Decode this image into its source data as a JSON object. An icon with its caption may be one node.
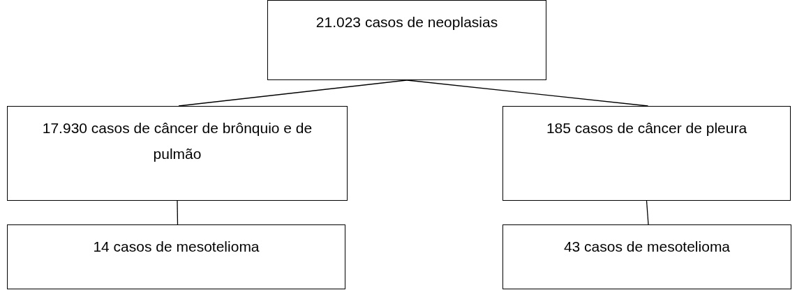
{
  "diagram": {
    "nodes": [
      {
        "text": [
          "21.023 casos de neoplasias"
        ]
      },
      {
        "text": [
          "17.930 casos de câncer de brônquio e de pulmão"
        ]
      },
      {
        "text": [
          "185 casos de câncer de pleura"
        ]
      },
      {
        "text": [
          "14 casos de mesotelioma"
        ]
      },
      {
        "text": [
          "43 casos de mesotelioma"
        ]
      }
    ],
    "edges": [
      {
        "from": 0,
        "to": 1,
        "arrow": "none"
      },
      {
        "from": 0,
        "to": 2,
        "arrow": "none"
      },
      {
        "from": 1,
        "to": 3,
        "arrow": "none"
      },
      {
        "from": 2,
        "to": 4,
        "arrow": "none"
      }
    ]
  }
}
